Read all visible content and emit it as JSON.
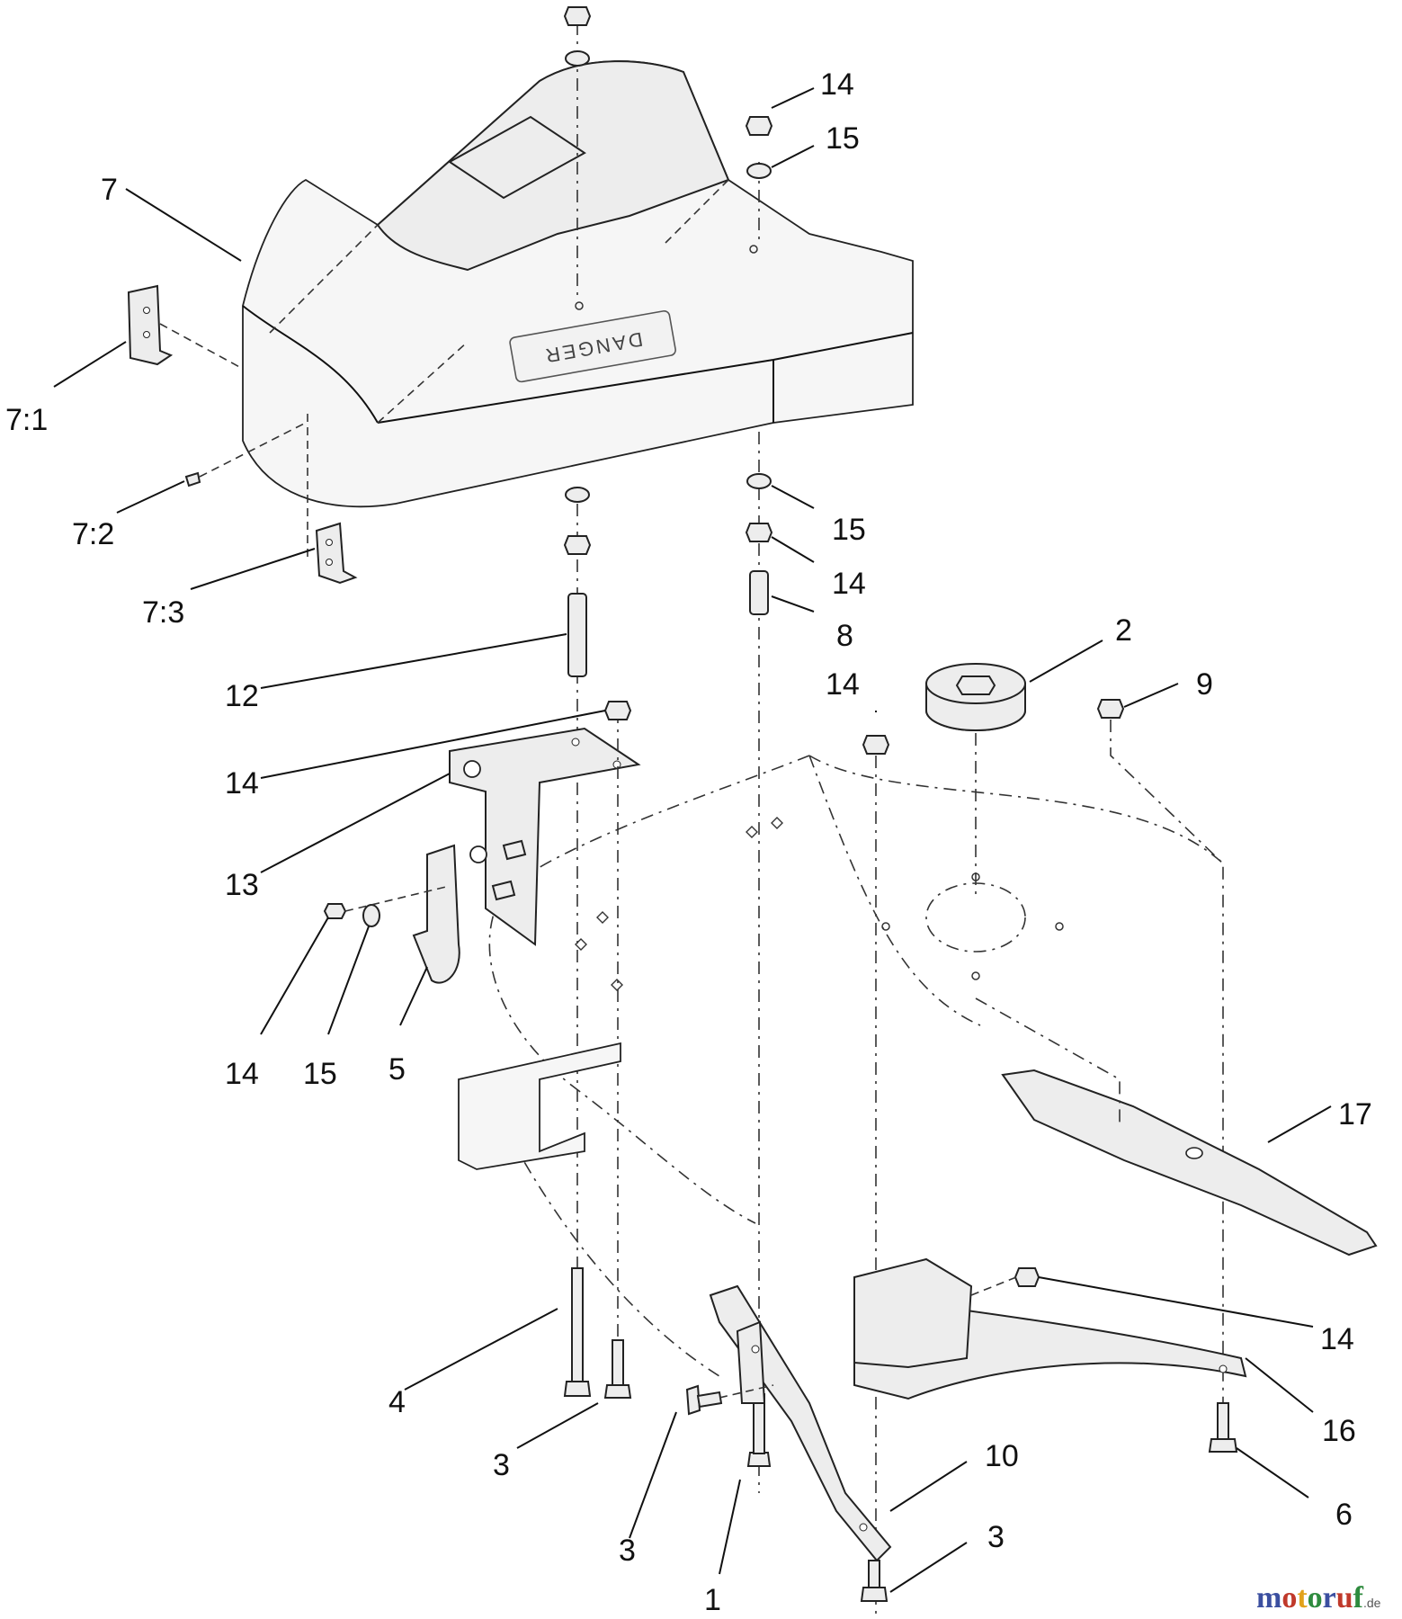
{
  "diagram": {
    "decal_text": "DANGER",
    "callouts": [
      {
        "id": "c7",
        "label": "7"
      },
      {
        "id": "c7-1",
        "label": "7:1"
      },
      {
        "id": "c7-2",
        "label": "7:2"
      },
      {
        "id": "c7-3",
        "label": "7:3"
      },
      {
        "id": "c14a",
        "label": "14"
      },
      {
        "id": "c15a",
        "label": "15"
      },
      {
        "id": "c15b",
        "label": "15"
      },
      {
        "id": "c14b",
        "label": "14"
      },
      {
        "id": "c8",
        "label": "8"
      },
      {
        "id": "c2",
        "label": "2"
      },
      {
        "id": "c14c",
        "label": "14"
      },
      {
        "id": "c9",
        "label": "9"
      },
      {
        "id": "c12",
        "label": "12"
      },
      {
        "id": "c14d",
        "label": "14"
      },
      {
        "id": "c13",
        "label": "13"
      },
      {
        "id": "c14e",
        "label": "14"
      },
      {
        "id": "c15c",
        "label": "15"
      },
      {
        "id": "c5",
        "label": "5"
      },
      {
        "id": "c17",
        "label": "17"
      },
      {
        "id": "c14f",
        "label": "14"
      },
      {
        "id": "c16",
        "label": "16"
      },
      {
        "id": "c4",
        "label": "4"
      },
      {
        "id": "c3a",
        "label": "3"
      },
      {
        "id": "c3b",
        "label": "3"
      },
      {
        "id": "c10",
        "label": "10"
      },
      {
        "id": "c6",
        "label": "6"
      },
      {
        "id": "c1",
        "label": "1"
      },
      {
        "id": "c3c",
        "label": "3"
      }
    ]
  },
  "watermark": {
    "letters": [
      "m",
      "o",
      "t",
      "o",
      "r",
      "u",
      "f"
    ],
    "suffix": ".de",
    "colors": [
      "#3b4fa0",
      "#c0392b",
      "#e2a21b",
      "#2e8b3e",
      "#3b4fa0",
      "#c0392b",
      "#2e8b3e"
    ]
  }
}
